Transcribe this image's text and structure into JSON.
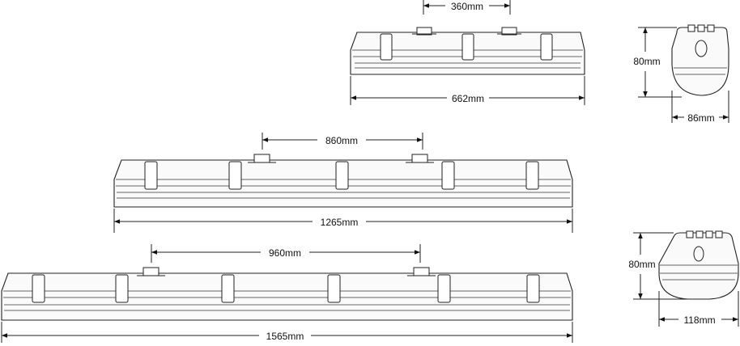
{
  "dimensions": {
    "small_clip_spacing": "360mm",
    "small_length": "662mm",
    "small_side_height": "80mm",
    "small_side_width": "86mm",
    "medium_clip_spacing": "860mm",
    "medium_length": "1265mm",
    "large_clip_spacing": "960mm",
    "large_length": "1565mm",
    "large_side_height": "80mm",
    "large_side_width": "118mm"
  }
}
